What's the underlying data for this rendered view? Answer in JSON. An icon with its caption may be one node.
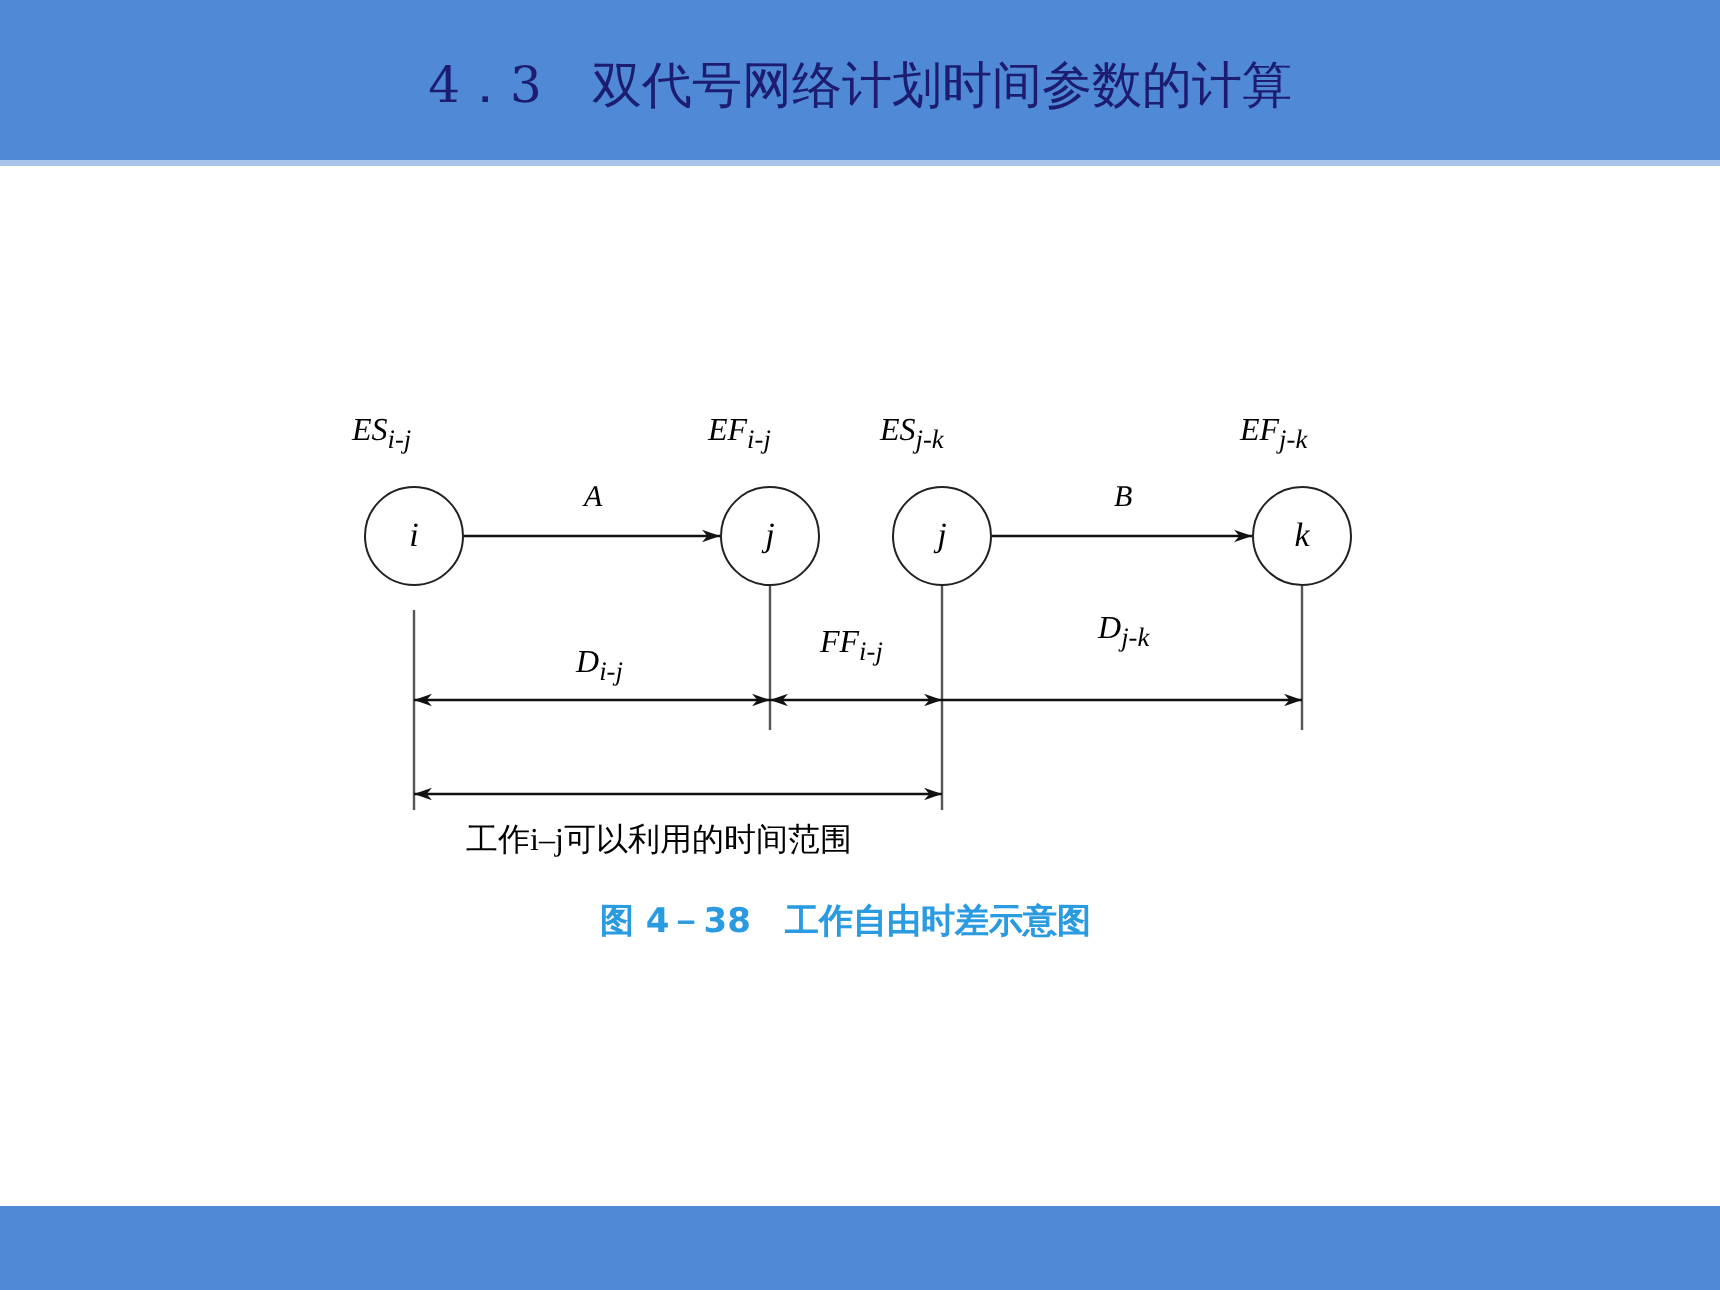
{
  "diagram": {
    "title": "4．3　双代号网络计划时间参数的计算",
    "caption": "图 4－38　工作自由时差示意图",
    "nodes": [
      {
        "text": [
          "i"
        ],
        "beside": [
          "ES$_{i-j}$"
        ]
      },
      {
        "text": [
          "j"
        ],
        "beside": [
          "EF$_{i-j}$"
        ]
      },
      {
        "text": [
          "j"
        ],
        "beside": [
          "ES$_{j-k}$"
        ]
      },
      {
        "text": [
          "k"
        ],
        "beside": [
          "EF$_{j-k}$"
        ]
      }
    ],
    "edges": [
      {
        "from": 0,
        "to": 1,
        "arrow": "to",
        "label": "A"
      },
      {
        "from": 2,
        "to": 3,
        "arrow": "to",
        "label": "B"
      }
    ],
    "labels": [
      "D$_{i-j}$",
      "FF$_{i-j}$",
      "D$_{j-k}$",
      "工作i–j可以利用的时间范围"
    ]
  }
}
